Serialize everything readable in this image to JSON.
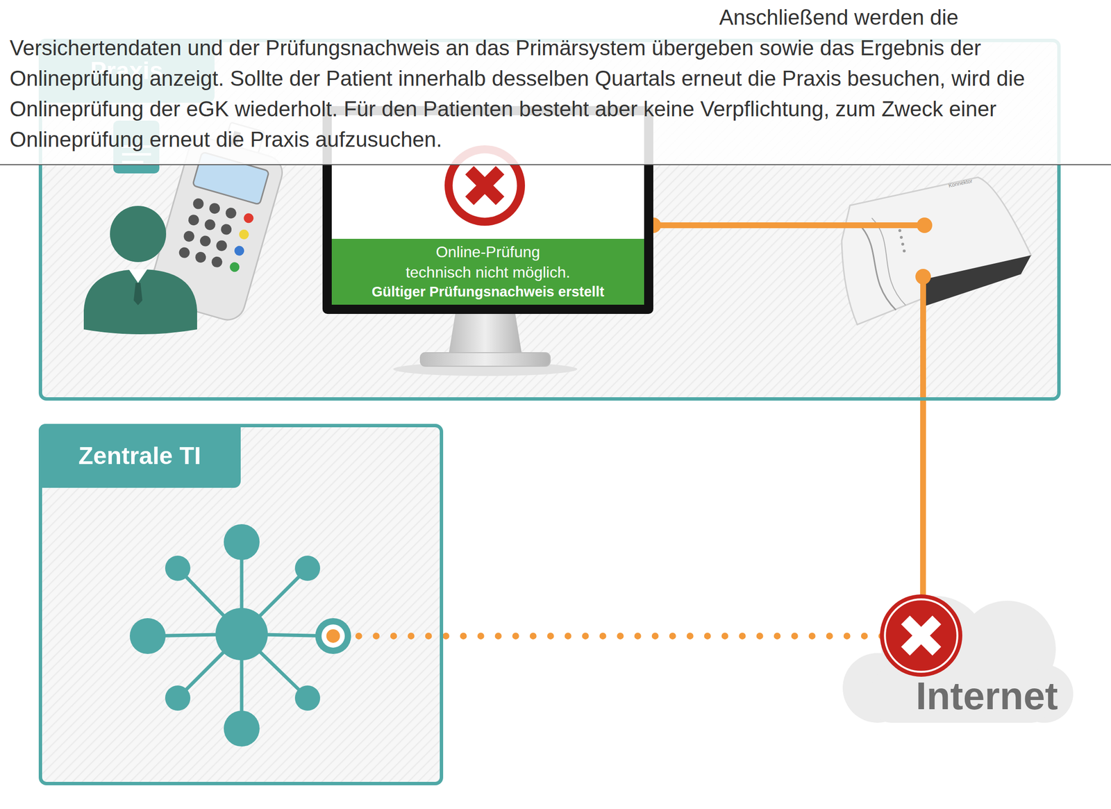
{
  "diagram": {
    "nodes": [
      {
        "text": [
          "Anschließend werden die Versichertendaten und der Prüfungsnachweis an das Primärsystem übergeben sowie das Ergebnis der Onlineprüfung anzeigt. Sollte der Patient innerhalb desselben Quartals erneut die Praxis besuchen, wird die Onlineprüfung der eGK wiederholt. Für den Patienten besteht aber keine Verpflichtung, zum Zweck einer Onlineprüfung erneut die Praxis aufzusuchen."
        ]
      },
      {
        "text": [
          "Praxis"
        ]
      },
      {
        "text": [
          "Online-Prüfung technisch nicht möglich.",
          "Gültiger Prüfungsnachweis erstellt"
        ],
        "in": 1
      },
      {
        "text": [
          "Konnektor"
        ],
        "in": 1
      },
      {
        "text": [
          "Zentrale TI"
        ]
      },
      {
        "text": [
          "Internet"
        ]
      }
    ],
    "edges": [
      {
        "from": 2,
        "to": 3,
        "arrow": "none"
      },
      {
        "from": 3,
        "to": 5,
        "arrow": "none"
      },
      {
        "from": 5,
        "to": 4,
        "arrow": "none"
      }
    ]
  }
}
